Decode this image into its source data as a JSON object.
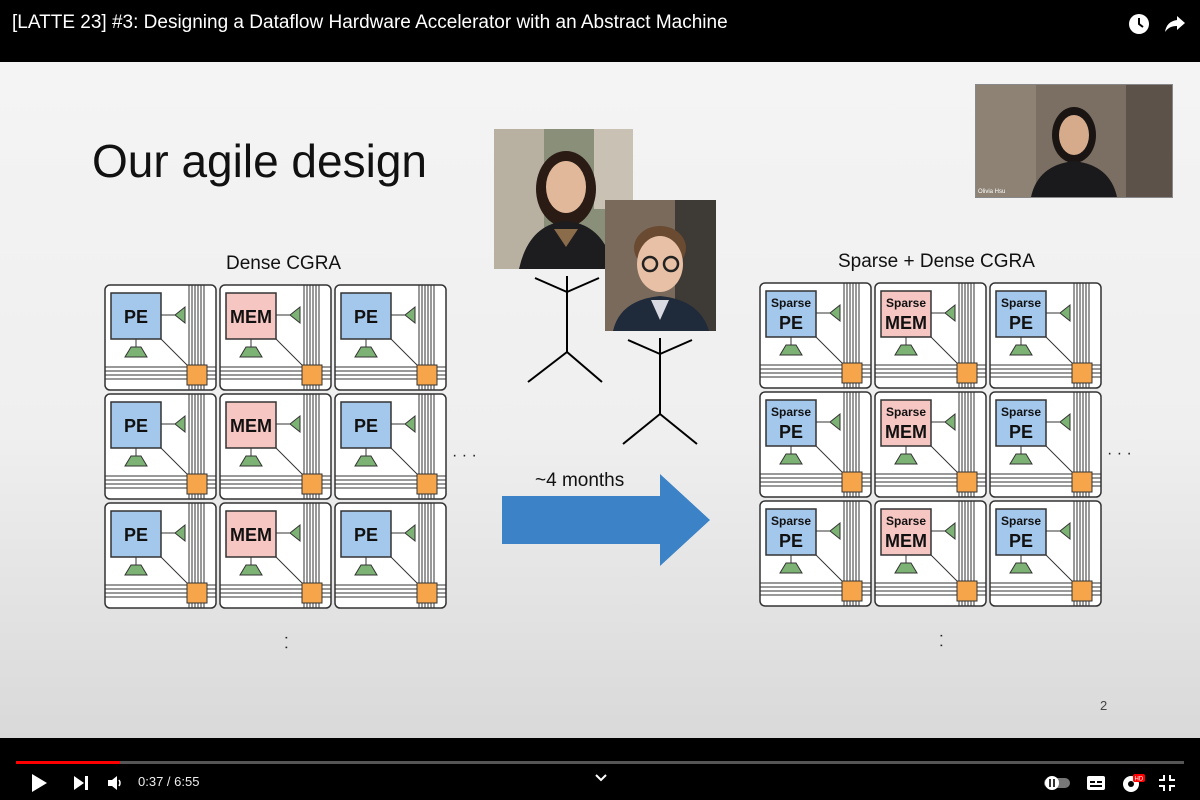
{
  "video": {
    "title": "[LATTE 23] #3: Designing a Dataflow Hardware Accelerator with an Abstract Machine",
    "current_time": "0:37",
    "duration": "6:55",
    "time_display": "0:37 / 6:55",
    "progress": 0.089
  },
  "slide": {
    "title": "Our agile design",
    "left_label": "Dense CGRA",
    "right_label": "Sparse + Dense CGRA",
    "arrow_label": "~4 months",
    "page_number": "2",
    "tile_labels": {
      "pe": "PE",
      "mem": "MEM",
      "sparse": "Sparse"
    },
    "ellipsis": "· · ·"
  },
  "webcam": {
    "name": "Olivia Hsu"
  },
  "colors": {
    "pe_fill": "#a4c8ec",
    "mem_fill": "#f6c6c2",
    "switch_fill": "#f6a54a",
    "mux_fill": "#7cb274",
    "arrow_fill": "#3b82c6",
    "progress": "#ff0000"
  },
  "icons": [
    "clock-icon",
    "share-icon",
    "play-icon",
    "next-icon",
    "volume-icon",
    "chevron-down-icon",
    "autoplay-toggle-icon",
    "subtitles-icon",
    "settings-icon",
    "exit-fullscreen-icon"
  ]
}
